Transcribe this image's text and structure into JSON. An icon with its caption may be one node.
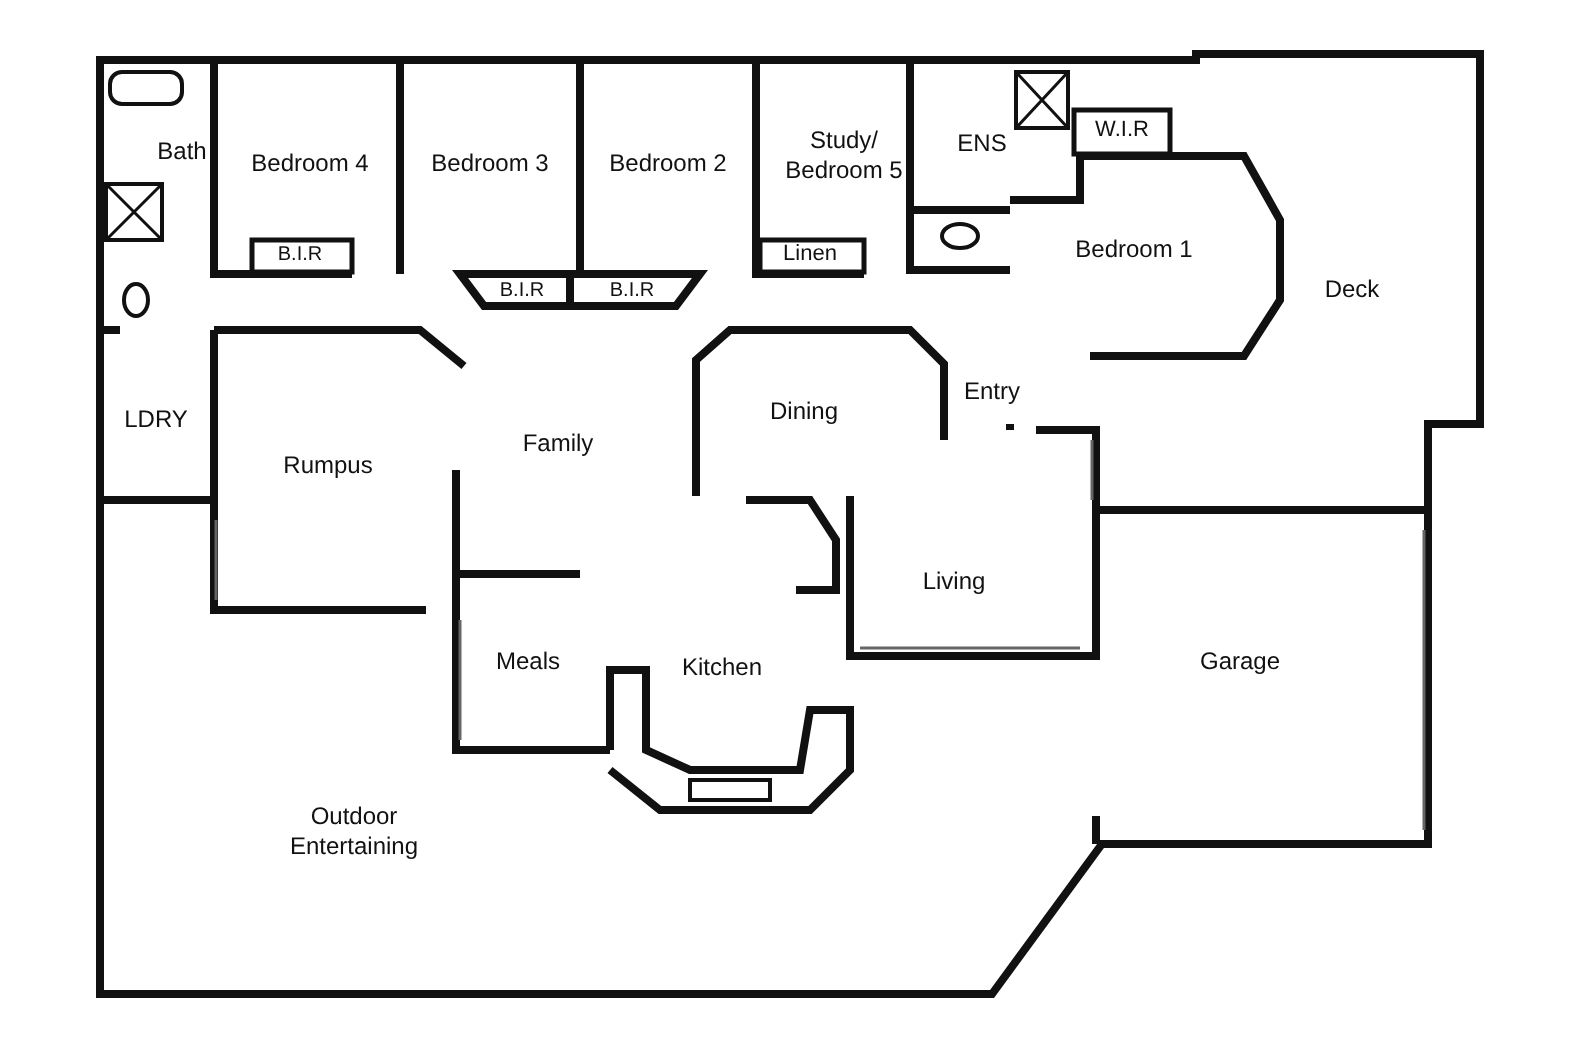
{
  "diagram": {
    "labels": [
      "W.I.R",
      "Bath",
      "ENS",
      "Study/ Bedroom 5",
      "Bedroom 4",
      "Bedroom 3",
      "Bedroom 2",
      "Bedroom 1",
      "B.I.R",
      "Linen",
      "B.I.R",
      "B.I.R",
      "Deck",
      "Entry",
      "Dining",
      "LDRY",
      "Family",
      "Rumpus",
      "Living",
      "Meals",
      "Garage",
      "Kitchen",
      "Outdoor Entertaining"
    ]
  }
}
